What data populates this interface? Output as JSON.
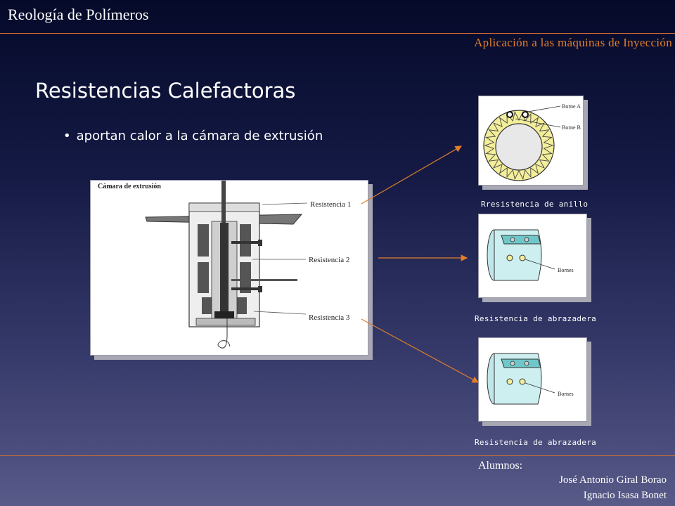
{
  "header": {
    "title": "Reología de Polímeros",
    "subtitle": "Aplicación a las máquinas de  Inyección"
  },
  "slide": {
    "title": "Resistencias Calefactoras",
    "bullet": "aportan calor a la cámara de extrusión"
  },
  "main_figure": {
    "title": "Cámara de extrusión",
    "labels": [
      "Resistencia 1",
      "Resistencia 2",
      "Resistencia 3"
    ]
  },
  "ring_figure": {
    "borne_a": "Borne A",
    "borne_b": "Borne B",
    "caption": "Rresistencia de anillo"
  },
  "clamp_figures": [
    {
      "label": "Bornes",
      "caption": "Resistencia de abrazadera"
    },
    {
      "label": "Bornes",
      "caption": "Resistencia de abrazadera"
    }
  ],
  "footer": {
    "students_label": "Alumnos:",
    "students": [
      "José Antonio Giral Borao",
      "Ignacio Isasa Bonet"
    ]
  },
  "colors": {
    "accent": "#e27d2a",
    "rule": "#c96f2f",
    "ring_fill": "#f3ee9a",
    "clamp_fill": "#cdeff0"
  }
}
